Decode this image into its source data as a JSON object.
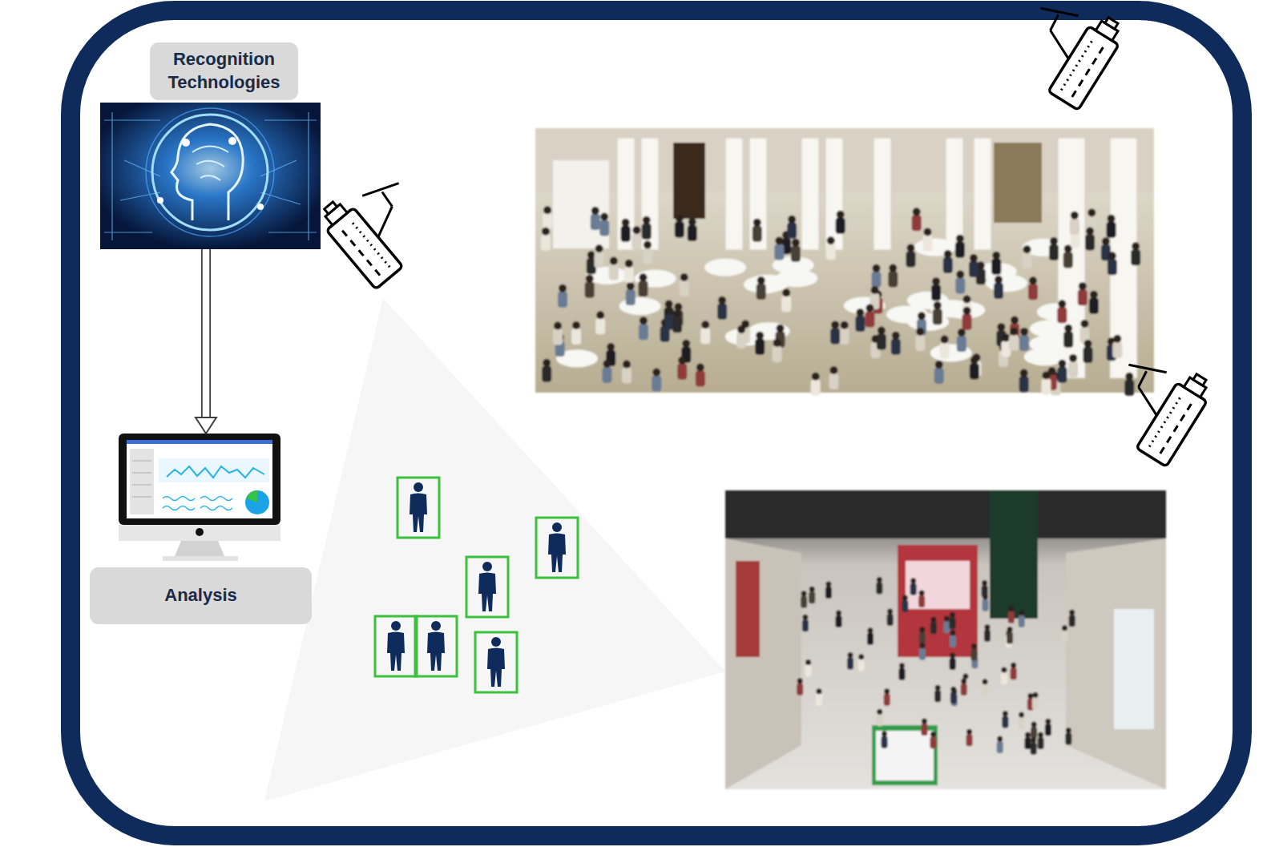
{
  "diagram": {
    "nodes": [
      {
        "text": [
          "Recognition Technologies"
        ]
      },
      {
        "text": [
          "Analysis"
        ]
      }
    ],
    "edges": [
      {
        "from": 0,
        "to": 1,
        "arrow": "to"
      }
    ]
  }
}
